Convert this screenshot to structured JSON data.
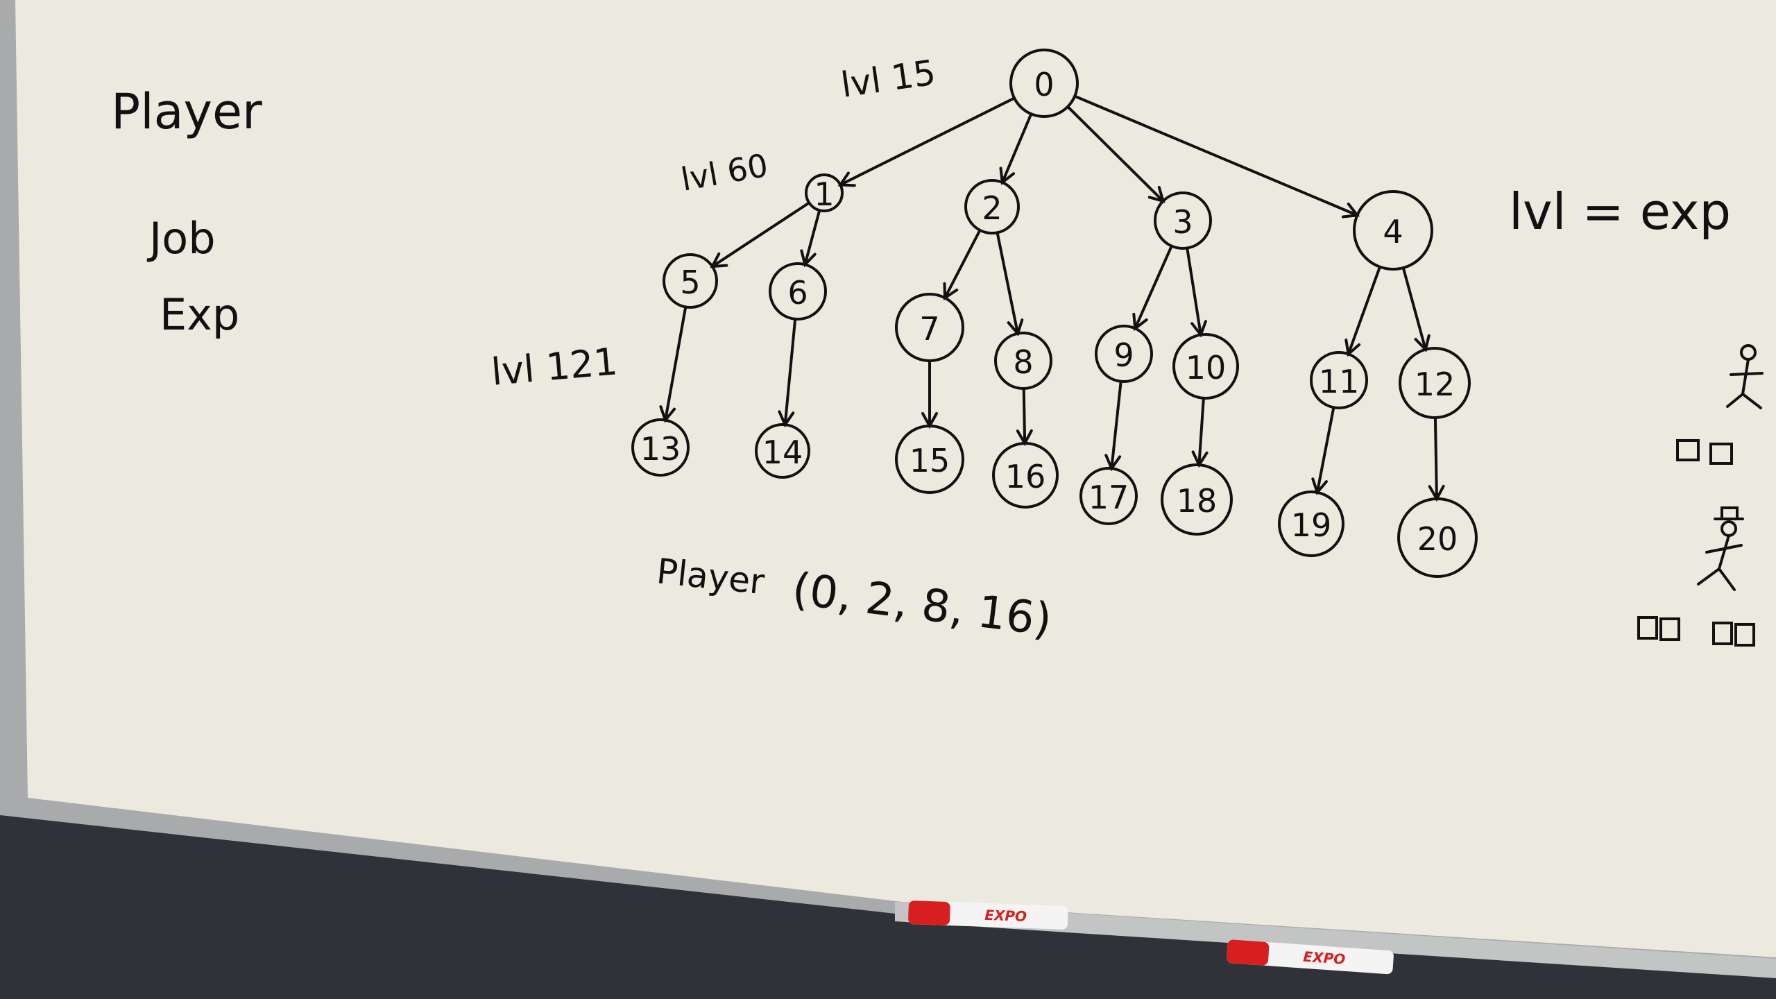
{
  "colors": {
    "wall": "#2f3339",
    "board": "#ece9df",
    "frame": "#a8aaab",
    "ink": "#111111",
    "marker_red": "#d81f1f"
  },
  "left_labels": [
    "Player",
    "Job",
    "Exp"
  ],
  "annotations": {
    "root_level": "lvl 15",
    "node1_level": "lvl 60",
    "left_level": "lvl 121",
    "formula": "lvl = exp"
  },
  "tree": {
    "nodes": [
      "0",
      "1",
      "2",
      "3",
      "4",
      "5",
      "6",
      "7",
      "8",
      "9",
      "10",
      "11",
      "12",
      "13",
      "14",
      "15",
      "16",
      "17",
      "18",
      "19",
      "20"
    ],
    "edges": [
      [
        "0",
        "1"
      ],
      [
        "0",
        "2"
      ],
      [
        "0",
        "3"
      ],
      [
        "0",
        "4"
      ],
      [
        "1",
        "5"
      ],
      [
        "1",
        "6"
      ],
      [
        "2",
        "7"
      ],
      [
        "2",
        "8"
      ],
      [
        "3",
        "9"
      ],
      [
        "3",
        "10"
      ],
      [
        "4",
        "11"
      ],
      [
        "4",
        "12"
      ],
      [
        "5",
        "13"
      ],
      [
        "6",
        "14"
      ],
      [
        "7",
        "15"
      ],
      [
        "8",
        "16"
      ],
      [
        "9",
        "17"
      ],
      [
        "10",
        "18"
      ],
      [
        "11",
        "19"
      ],
      [
        "12",
        "20"
      ]
    ]
  },
  "player_path": {
    "label": "Player",
    "value": "(0, 2, 8, 16)"
  },
  "icons": [
    "stick-figure-icon",
    "box-pair-icon",
    "stick-figure-hat-icon",
    "box-quad-icon"
  ],
  "markers": [
    {
      "brand": "EXPO",
      "color": "red"
    },
    {
      "brand": "EXPO",
      "color": "red"
    }
  ]
}
